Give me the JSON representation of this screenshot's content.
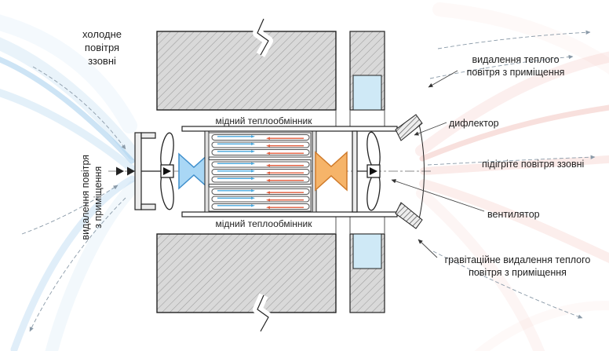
{
  "labels": {
    "cold_air_outside": [
      "холодне",
      "повітря",
      "ззовні"
    ],
    "exhaust_air_from_room": [
      "видалення повітря",
      "з приміщення"
    ],
    "copper_heat_exchanger_top": "мідний теплообмінник",
    "copper_heat_exchanger_bottom": "мідний теплообмінник",
    "warm_air_removal_from_room": [
      "видалення теплого",
      "повітря з приміщення"
    ],
    "deflector": "дифлектор",
    "preheated_outside_air": "підігріте повітря ззовні",
    "fan": "вентилятор",
    "gravity_warm_air_removal": [
      "гравітаційне видалення теплого",
      "повітря з приміщення"
    ]
  },
  "colors": {
    "cold_flow_stream": "#8fc3e8",
    "warm_flow_stream": "#f0b0a8",
    "cold_arrow_fill": "#a9d7f5",
    "cold_arrow_stroke": "#3f8fcc",
    "warm_arrow_fill": "#f6b469",
    "warm_arrow_stroke": "#cf7a2a",
    "tube_cold_flow": "#47a7dd",
    "tube_warm_flow": "#e05a3a",
    "wall_fill": "#d9d9d9",
    "insulation_fill": "#cfe9f6",
    "text": "#1f1f1f"
  }
}
